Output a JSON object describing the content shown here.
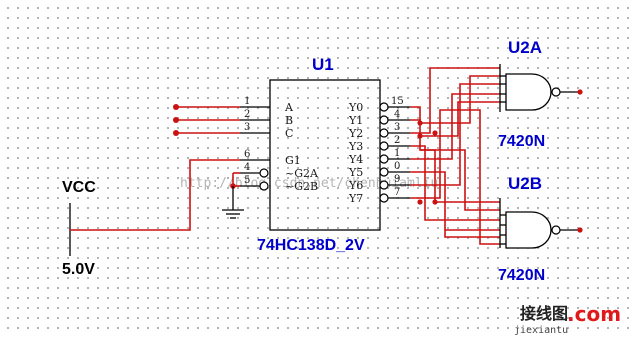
{
  "u1": {
    "ref": "U1",
    "part": "74HC138D_2V",
    "inputs": [
      {
        "num": "1",
        "name": "A"
      },
      {
        "num": "2",
        "name": "B"
      },
      {
        "num": "3",
        "name": "C"
      },
      {
        "num": "6",
        "name": "G1"
      },
      {
        "num": "4",
        "name": "~G2A"
      },
      {
        "num": "5",
        "name": "~G2B"
      }
    ],
    "outputs": [
      {
        "num": "15",
        "name": "Y0"
      },
      {
        "num": "4",
        "name": "Y1"
      },
      {
        "num": "3",
        "name": "Y2"
      },
      {
        "num": "2",
        "name": "Y3"
      },
      {
        "num": "1",
        "name": "Y4"
      },
      {
        "num": "0",
        "name": "Y5"
      },
      {
        "num": "9",
        "name": "Y6"
      },
      {
        "num": "7",
        "name": "Y7"
      }
    ]
  },
  "u2a": {
    "ref": "U2A",
    "part": "7420N"
  },
  "u2b": {
    "ref": "U2B",
    "part": "7420N"
  },
  "supply": {
    "name": "VCC",
    "value": "5.0V"
  },
  "watermark": "http://blog.csdn.net/chenhuiamliu",
  "logo": {
    "cn": "接线图",
    "dotcom": ".com",
    "sub": "jiexiantu"
  },
  "colors": {
    "wire": "#cc1111",
    "label": "#0000cc",
    "component": "#000000"
  }
}
